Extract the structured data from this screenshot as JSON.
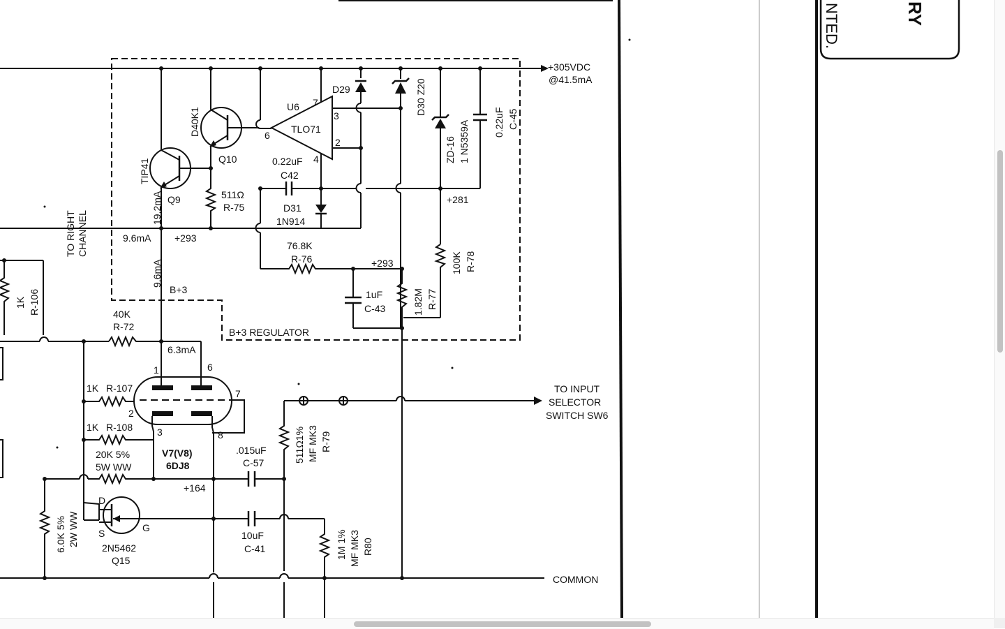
{
  "schematic": {
    "supply": {
      "voltage": "+305VDC",
      "current": "@41.5mA"
    },
    "regulator_label": "B+3 REGULATOR",
    "to_right_channel": [
      "TO RIGHT",
      "CHANNEL"
    ],
    "to_input_selector": [
      "TO INPUT",
      "SELECTOR",
      "SWITCH SW6"
    ],
    "common": "COMMON",
    "q10": {
      "type": "D40K1",
      "ref": "Q10"
    },
    "q9": {
      "type": "TIP41",
      "ref": "Q9"
    },
    "u6": {
      "ref": "U6",
      "type": "TLO71",
      "pin7": "7",
      "pin3": "3",
      "pin2": "2",
      "pin4": "4",
      "pin6": "6"
    },
    "d29": "D29",
    "d30": "D30 Z20",
    "zd16": {
      "ref": "ZD-16",
      "type": "1 N5359A"
    },
    "c45": {
      "value": "0.22uF",
      "ref": "C-45"
    },
    "c42": {
      "value": "0.22uF",
      "ref": "C42"
    },
    "d31": {
      "ref": "D31",
      "type": "1N914"
    },
    "r75": {
      "value": "511Ω",
      "ref": "R-75"
    },
    "r76": {
      "value": "76.8K",
      "ref": "R-76"
    },
    "r77": {
      "value": "1.82M",
      "ref": "R-77"
    },
    "r78": {
      "value": "100K",
      "ref": "R-78"
    },
    "c43": {
      "value": "1uF",
      "ref": "C-43"
    },
    "v281": "+281",
    "v293a": "+293",
    "v293b": "+293",
    "i19": "19.2mA",
    "i96a": "9.6mA",
    "i96b": "9.6mA",
    "b3": "B+3",
    "r106": {
      "value": "1K",
      "ref": "R-106"
    },
    "r72": {
      "value": "40K",
      "ref": "R-72"
    },
    "i63": "6.3mA",
    "tube": {
      "pin1": "1",
      "pin6": "6",
      "pin7": "7",
      "pin2": "2",
      "pin3": "3",
      "pin8": "8",
      "ref": "V7(V8)",
      "type": "6DJ8"
    },
    "r107": {
      "value": "1K",
      "ref": "R-107"
    },
    "r108": {
      "value": "1K",
      "ref": "R-108"
    },
    "r20k": {
      "value": "20K 5%",
      "rating": "5W WW"
    },
    "c57": {
      "value": ".015uF",
      "ref": "C-57"
    },
    "r79": {
      "value": "511Ω1%",
      "type": "MF MK3",
      "ref": "R-79"
    },
    "v164": "+164",
    "q15": {
      "d": "D",
      "s": "S",
      "g": "G",
      "type": "2N5462",
      "ref": "Q15"
    },
    "r6k": {
      "value": "6.0K 5%",
      "rating": "2W WW"
    },
    "c41": {
      "value": "10uF",
      "ref": "C-41"
    },
    "r80": {
      "value": "1M 1%",
      "type": "MF MK3",
      "ref": "R80"
    }
  },
  "side_panel": {
    "text_upper": "RY",
    "text_lower": "NTED."
  },
  "scroll": {
    "horizontal_position": 0.46,
    "vertical_position": 0.35
  }
}
